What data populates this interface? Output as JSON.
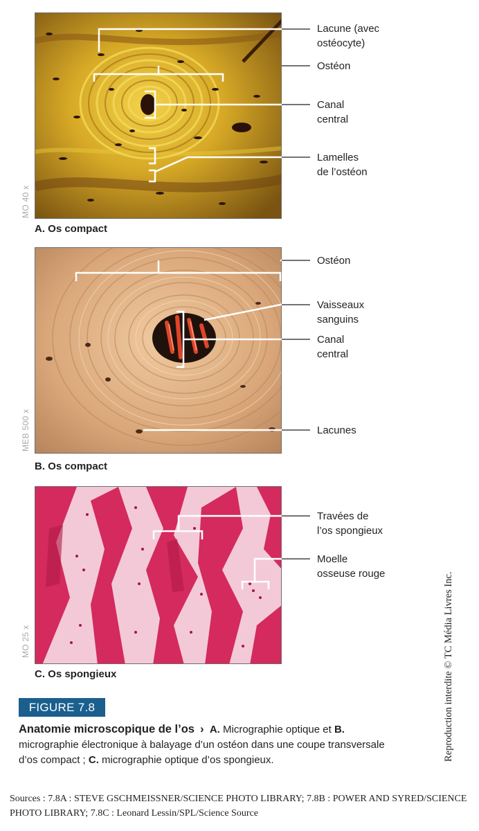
{
  "panels": {
    "a": {
      "magnification": "MO 40 x",
      "caption": "A. Os compact",
      "labels": [
        "Lacune (avec\nostéocyte)",
        "Ostéon",
        "Canal\ncentral",
        "Lamelles\nde l’ostéon"
      ]
    },
    "b": {
      "magnification": "MEB 500 x",
      "caption": "B. Os compact",
      "labels": [
        "Ostéon",
        "Vaisseaux\nsanguins",
        "Canal\ncentral",
        "Lacunes"
      ]
    },
    "c": {
      "magnification": "MO 25 x",
      "caption": "C. Os spongieux",
      "labels": [
        "Travées de\nl’os spongieux",
        "Moelle\nosseuse rouge"
      ]
    }
  },
  "figure": {
    "number": "FIGURE 7.8",
    "title": "Anatomie microscopique de l’os",
    "arrow": "›",
    "a_letter": "A.",
    "a_text": " Micrographie optique et",
    "b_letter": "B.",
    "b_text": " micrographie électronique à balayage d’un ostéon dans une coupe transversale d’os compact ;",
    "c_letter": "C.",
    "c_text": " micrographie optique d’os spongieux."
  },
  "rights": "Reproduction interdite © TC Média Livres Inc.",
  "sources": "Sources : 7.8A : STEVE GSCHMEISSNER/SCIENCE PHOTO LIBRARY; 7.8B : POWER AND SYRED/SCIENCE PHOTO LIBRARY; 7.8C : Leonard Lessin/SPL/Science Source",
  "colors": {
    "figure_badge": "#1a5f8e",
    "panel_a": "#b8860b",
    "panel_b": "#d9a77a",
    "panel_c": "#d42a5e",
    "magnification_text": "#a7a9ac"
  }
}
